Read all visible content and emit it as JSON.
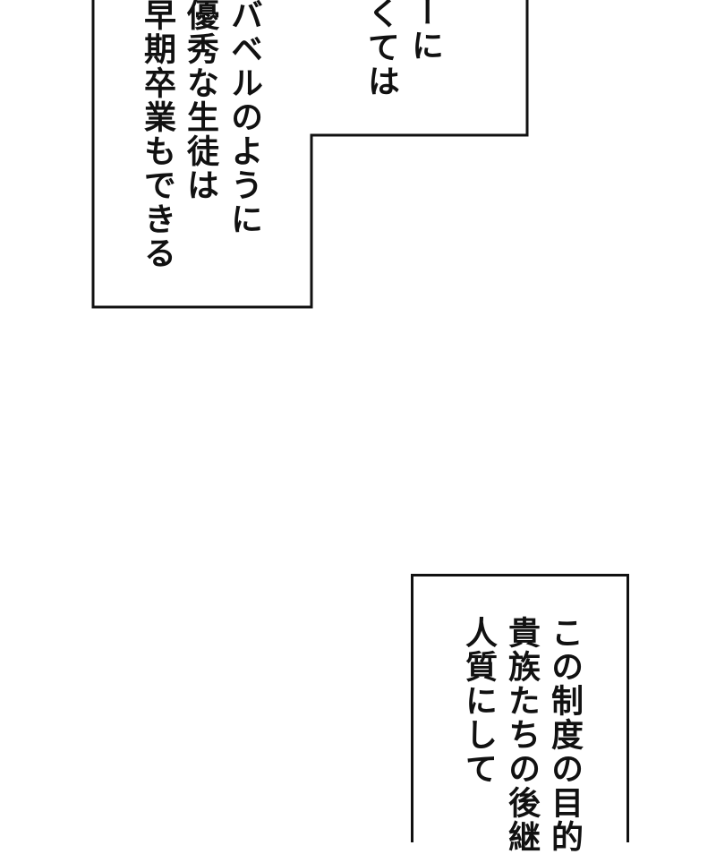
{
  "top_caption": {
    "lines": [
      "ーに",
      "くては",
      "バベルのように",
      "優秀な生徒は",
      "早期卒業もできる"
    ]
  },
  "bottom_caption": {
    "lines": [
      "この制度の目的",
      "貴族たちの後継",
      "人質にして"
    ]
  }
}
